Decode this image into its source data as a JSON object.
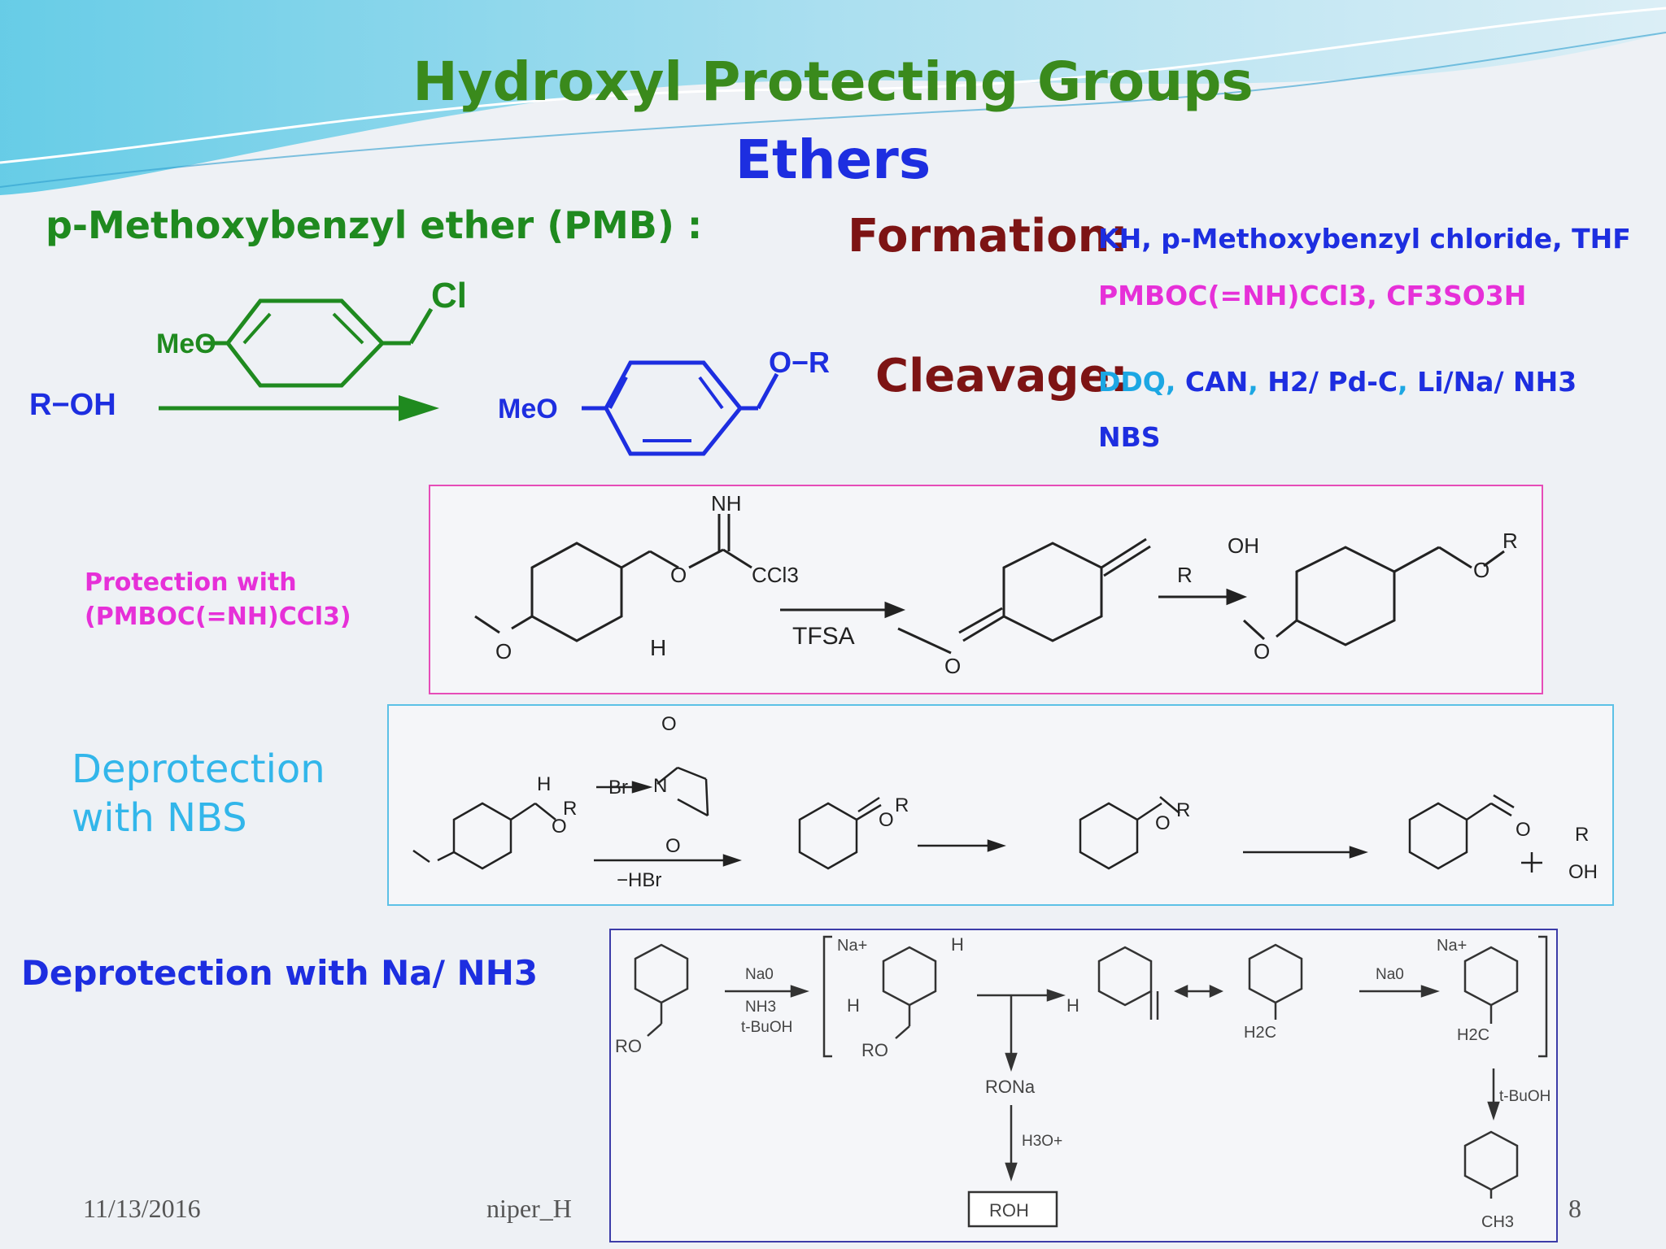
{
  "slide": {
    "title": "Hydroxyl Protecting Groups",
    "subtitle": "Ethers",
    "pmb_label": "p-Methoxybenzyl ether (PMB) :",
    "formation": {
      "label": "Formation:",
      "line1": "KH, p-Methoxybenzyl chloride, THF",
      "line2": "PMBOC(=NH)CCl3, CF3SO3H"
    },
    "cleavage": {
      "label": "Cleavage:",
      "items": [
        "DDQ",
        "CAN",
        "H2/ Pd-C",
        "Li/Na/ NH3"
      ],
      "line2": "NBS"
    },
    "section_protection": [
      "Protection with",
      "(PMBOC(=NH)CCl3)"
    ],
    "section_nbs": [
      "Deprotection",
      "with NBS"
    ],
    "section_na": "Deprotection  with  Na/ NH3",
    "footer": {
      "date": "11/13/2016",
      "author": "niper_H",
      "page": "8"
    }
  },
  "scheme_main": {
    "reactant": "R−OH",
    "reagent_ome": "MeO",
    "reagent_cl": "Cl",
    "product_ome": "MeO",
    "product_or": "O−R"
  },
  "scheme_protection": {
    "nh": "NH",
    "ccl3": "CCl3",
    "o": "O",
    "h": "H",
    "tfsa": "TFSA",
    "r": "R",
    "oh": "OH"
  },
  "scheme_nbs": {
    "h": "H",
    "br": "Br",
    "n": "N",
    "o": "O",
    "r": "R",
    "hbr": "−HBr",
    "oh": "OH"
  },
  "scheme_na": {
    "ro": "RO",
    "na0": "Na0",
    "nh3": "NH3",
    "tbuoh": "t-BuOH",
    "na_plus": "Na+",
    "h": "H",
    "h2c": "H2C",
    "rona": "RONa",
    "h3o": "H3O+",
    "roh": "ROH",
    "ch3": "CH3"
  }
}
